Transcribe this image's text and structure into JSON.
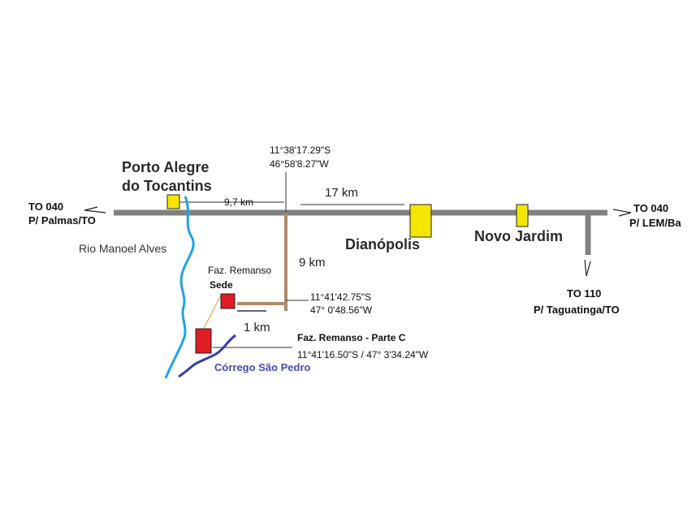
{
  "towns": {
    "porto_alegre_line1": "Porto Alegre",
    "porto_alegre_line2": "do Tocantins",
    "dianopolis": "Dianópolis",
    "novo_jardim": "Novo Jardim"
  },
  "roads": {
    "to040_west_line1": "TO 040",
    "to040_west_line2": "P/ Palmas/TO",
    "to040_east_line1": "TO 040",
    "to040_east_line2": "P/ LEM/Ba",
    "to110_line1": "TO 110",
    "to110_line2": "P/ Taguatinga/TO"
  },
  "distances": {
    "d1": "9,7 km",
    "d2": "17 km",
    "d3": "9 km",
    "d4": "1 km"
  },
  "junction_coords": {
    "lat": "11°38'17.29\"S",
    "lon": "46°58'8.27\"W"
  },
  "sede_coords": {
    "lat": "11°41'42.75\"S",
    "lon": "47° 0'48.56\"W"
  },
  "farm": {
    "sede_line1": "Faz. Remanso",
    "sede_line2": "Sede",
    "parte_c": "Faz. Remanso - Parte C",
    "parte_c_coords": "11°41'16.50\"S / 47° 3'34.24\"W"
  },
  "water": {
    "river": "Rio Manoel Alves",
    "stream": "Córrego São Pedro"
  },
  "colors": {
    "road": "#808080",
    "dirt_road": "#b08a6a",
    "river": "#1fa3e0",
    "stream": "#3a3aa8",
    "town_marker": "#f5e600",
    "farm_marker": "#e01b24"
  }
}
